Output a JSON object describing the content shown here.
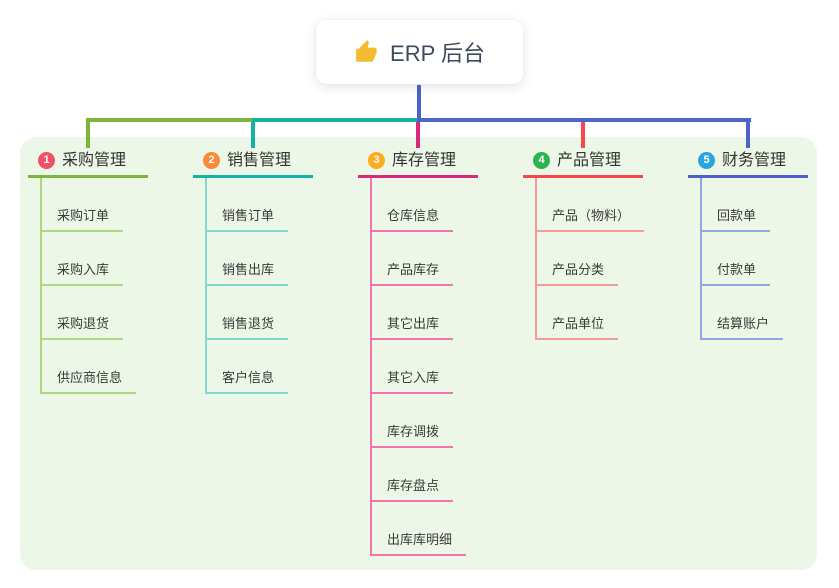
{
  "root": {
    "icon": "thumbs-up-icon",
    "title": "ERP 后台"
  },
  "branches": [
    {
      "badge": "1",
      "label": "采购管理",
      "color": "#7cb43e",
      "light_color": "#aed581",
      "badge_color": "#f0506a",
      "children": [
        "采购订单",
        "采购入库",
        "采购退货",
        "供应商信息"
      ]
    },
    {
      "badge": "2",
      "label": "销售管理",
      "color": "#12b2a7",
      "light_color": "#85d6d0",
      "badge_color": "#fb8a38",
      "children": [
        "销售订单",
        "销售出库",
        "销售退货",
        "客户信息"
      ]
    },
    {
      "badge": "3",
      "label": "库存管理",
      "color": "#d8297c",
      "light_color": "#f176ab",
      "badge_color": "#fcac1c",
      "children": [
        "仓库信息",
        "产品库存",
        "其它出库",
        "其它入库",
        "库存调拨",
        "库存盘点",
        "出库库明细"
      ]
    },
    {
      "badge": "4",
      "label": "产品管理",
      "color": "#f7474e",
      "light_color": "#f89a9b",
      "badge_color": "#2eb353",
      "children": [
        "产品（物料）",
        "产品分类",
        "产品单位"
      ]
    },
    {
      "badge": "5",
      "label": "财务管理",
      "color": "#4c63c8",
      "light_color": "#93a6e2",
      "badge_color": "#2aa4dc",
      "children": [
        "回款单",
        "付款单",
        "结算账户"
      ]
    }
  ],
  "connectors": {
    "root_color": "#4c63c8",
    "left_segment_color": "#7cb43e",
    "middle_segment_color": "#12b2a7",
    "right_segment_color": "#4c63c8"
  },
  "canvas": {
    "panel_color": "#edf7e7",
    "icon_color": "#f2bb30"
  }
}
